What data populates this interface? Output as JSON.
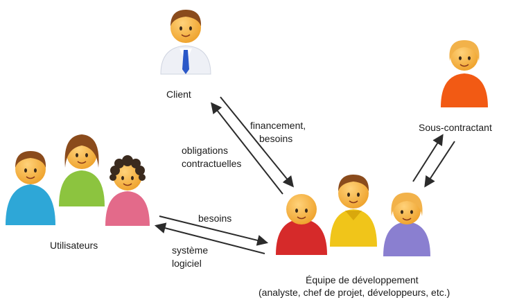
{
  "labels": {
    "client": "Client",
    "sous_contractant": "Sous-contractant",
    "utilisateurs": "Utilisateurs",
    "equipe_line1": "Équipe de développement",
    "equipe_line2": "(analyste, chef de projet, développeurs, etc.)"
  },
  "flows": {
    "financement_line1": "financement,",
    "financement_line2": "besoins",
    "obligations_line1": "obligations",
    "obligations_line2": "contractuelles",
    "besoins": "besoins",
    "systeme_line1": "système",
    "systeme_line2": "logiciel"
  },
  "colors": {
    "skin": "#f6b73c",
    "hair_brown": "#8a4b1c",
    "hair_blonde": "#f2b24a",
    "shirt_blue": "#2ea7d7",
    "shirt_green": "#8cc43f",
    "shirt_pink": "#e36a8a",
    "shirt_red": "#d62a2a",
    "shirt_yellow": "#f0c51a",
    "shirt_purple": "#8a7fd0",
    "shirt_orange": "#f25a14",
    "shirt_white": "#eef0f6",
    "tie_blue": "#2b58c8"
  }
}
